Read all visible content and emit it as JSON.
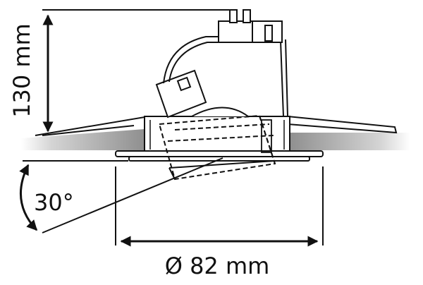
{
  "labels": {
    "height": "130 mm",
    "angle": "30°",
    "diameter": "Ø 82 mm"
  },
  "colors": {
    "line": "#111111",
    "ceiling_shadow": "#9a9a9a",
    "background": "#ffffff"
  }
}
